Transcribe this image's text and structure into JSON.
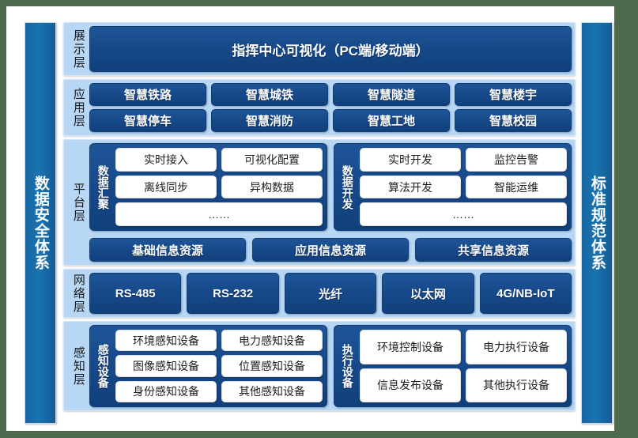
{
  "pillars": {
    "left": "数据安全体系",
    "right": "标准规范体系"
  },
  "layers": {
    "display": {
      "label": "展示层",
      "items": [
        "指挥中心可视化（PC端/移动端）"
      ]
    },
    "application": {
      "label": "应用层",
      "row1": [
        "智慧铁路",
        "智慧城铁",
        "智慧隧道",
        "智慧楼宇"
      ],
      "row2": [
        "智慧停车",
        "智慧消防",
        "智慧工地",
        "智慧校园"
      ]
    },
    "platform": {
      "label": "平台层",
      "group_left": {
        "title": "数据汇聚",
        "row1": [
          "实时接入",
          "可视化配置"
        ],
        "row2": [
          "离线同步",
          "异构数据"
        ],
        "row3": [
          "……"
        ]
      },
      "group_right": {
        "title": "数据开发",
        "row1": [
          "实时开发",
          "监控告警"
        ],
        "row2": [
          "算法开发",
          "智能运维"
        ],
        "row3": [
          "……"
        ]
      },
      "resources": [
        "基础信息资源",
        "应用信息资源",
        "共享信息资源"
      ]
    },
    "network": {
      "label": "网络层",
      "items": [
        "RS-485",
        "RS-232",
        "光纤",
        "以太网",
        "4G/NB-IoT"
      ]
    },
    "sense": {
      "label": "感知层",
      "group_left": {
        "title": "感知设备",
        "row1": [
          "环境感知设备",
          "电力感知设备"
        ],
        "row2": [
          "图像感知设备",
          "位置感知设备"
        ],
        "row3": [
          "身份感知设备",
          "其他感知设备"
        ]
      },
      "group_right": {
        "title": "执行设备",
        "row1": [
          "环境控制设备",
          "电力执行设备"
        ],
        "row2": [
          "信息发布设备",
          "其他执行设备"
        ]
      }
    }
  },
  "colors": {
    "canvas": "#4d6b4c",
    "page": "#ffffff",
    "pillar": "#1a6aa8",
    "layer_bg": "#b7d7f5",
    "chip_dark": "#17498a",
    "chip_white": "#ffffff"
  }
}
